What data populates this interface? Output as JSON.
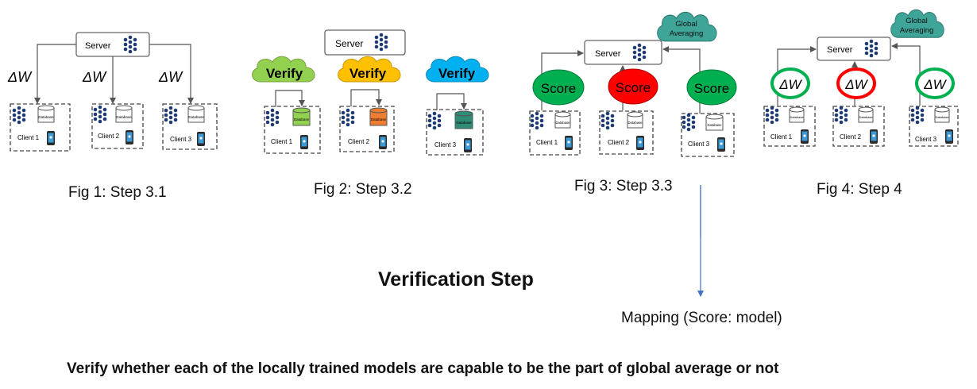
{
  "figures": [
    {
      "caption": "Fig 1: Step 3.1",
      "server_label": "Server",
      "clients": [
        "Client 1",
        "Client 2",
        "Client 3"
      ],
      "database_label": "Database",
      "updates": [
        "ΔW",
        "ΔW",
        "ΔW"
      ]
    },
    {
      "caption": "Fig 2: Step 3.2",
      "server_label": "Server",
      "clients": [
        "Client 1",
        "Client 2",
        "Client 3"
      ],
      "database_label": "Database",
      "verify_labels": [
        "Verify",
        "Verify",
        "Verify"
      ],
      "verify_colors": [
        "#92d050",
        "#ffc000",
        "#00b0f0"
      ],
      "database_colors": [
        "#92d050",
        "#ed7d31",
        "#2e8b74"
      ]
    },
    {
      "caption": "Fig 3: Step 3.3",
      "server_label": "Server",
      "cloud_label_line1": "Global",
      "cloud_label_line2": "Averaging",
      "clients": [
        "Client 1",
        "Client 2",
        "Client 3"
      ],
      "database_label": "Database",
      "score_labels": [
        "Score",
        "Score",
        "Score"
      ],
      "score_colors": [
        "#00b050",
        "#ff0000",
        "#00b050"
      ]
    },
    {
      "caption": "Fig 4: Step 4",
      "server_label": "Server",
      "cloud_label_line1": "Global",
      "cloud_label_line2": "Averaging",
      "clients": [
        "Client 1",
        "Client 2",
        "Client 3"
      ],
      "database_label": "Database",
      "updates": [
        "ΔW",
        "ΔW",
        "ΔW"
      ],
      "ring_colors": [
        "#00b050",
        "#ff0000",
        "#00b050"
      ]
    }
  ],
  "heading": "Verification Step",
  "mapping_label": "Mapping (Score: model)",
  "bottom_text": "Verify whether each of the locally trained models are capable to be the part of global average or not",
  "colors": {
    "neural_icon": "#1f3b73",
    "cloud_fill": "#3fa598",
    "arrow": "#555555",
    "mapping_arrow": "#4472c4"
  }
}
